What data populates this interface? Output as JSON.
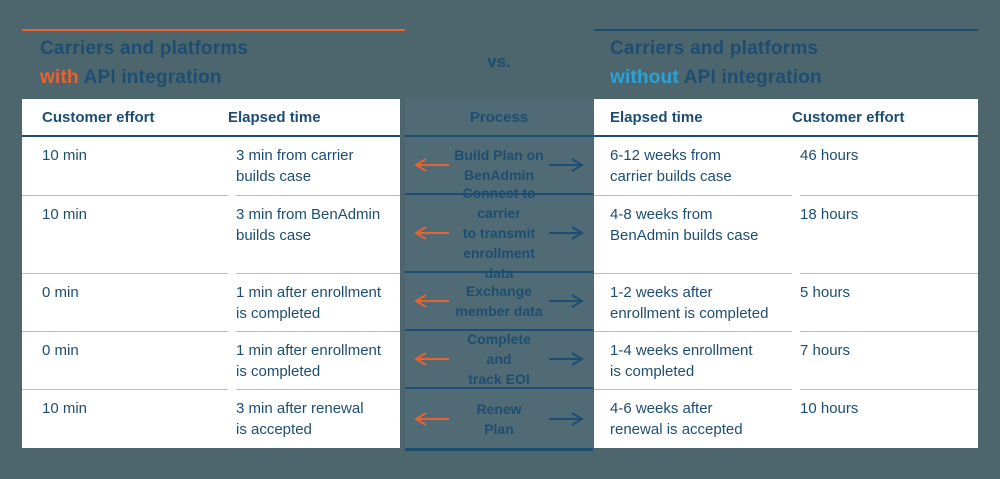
{
  "center": {
    "vs_label": "vs.",
    "process_header": "Process"
  },
  "left_panel": {
    "title_line1": "Carriers and platforms",
    "title_accent": "with",
    "title_rest": "API integration",
    "accent_color": "#e8632f",
    "columns": [
      "Customer effort",
      "Elapsed time"
    ],
    "rows": [
      {
        "customer_effort": "10 min",
        "elapsed_time": "3 min from carrier\nbuilds case"
      },
      {
        "customer_effort": "10 min",
        "elapsed_time": "3 min from BenAdmin\nbuilds case"
      },
      {
        "customer_effort": "0 min",
        "elapsed_time": "1 min after enrollment\nis completed"
      },
      {
        "customer_effort": "0 min",
        "elapsed_time": "1 min after enrollment\nis completed"
      },
      {
        "customer_effort": "10 min",
        "elapsed_time": "3 min after renewal\nis accepted"
      }
    ]
  },
  "process_panel": {
    "steps": [
      "Build Plan on\nBenAdmin",
      "Connect to carrier\nto transmit\nenrollment data",
      "Exchange\nmember data",
      "Complete and\ntrack EOI",
      "Renew\nPlan"
    ]
  },
  "right_panel": {
    "title_line1": "Carriers and platforms",
    "title_accent": "without",
    "title_rest": "API integration",
    "accent_color": "#2aa2d8",
    "columns": [
      "Elapsed time",
      "Customer effort"
    ],
    "rows": [
      {
        "elapsed_time": "6-12 weeks from\ncarrier builds case",
        "customer_effort": "46 hours"
      },
      {
        "elapsed_time": "4-8 weeks from\nBenAdmin builds case",
        "customer_effort": "18 hours"
      },
      {
        "elapsed_time": "1-2 weeks after\nenrollment is completed",
        "customer_effort": "5 hours"
      },
      {
        "elapsed_time": "1-4 weeks enrollment\nis completed",
        "customer_effort": "7 hours"
      },
      {
        "elapsed_time": "4-6 weeks after\nrenewal is accepted",
        "customer_effort": "10 hours"
      }
    ]
  },
  "colors": {
    "background": "#4d666d",
    "process_background": "#506b75",
    "navy_text": "#1d4e72",
    "orange_accent": "#e8632f",
    "lightblue_accent": "#2aa2d8",
    "card_background": "#ffffff",
    "row_divider": "#b3bfc6"
  }
}
